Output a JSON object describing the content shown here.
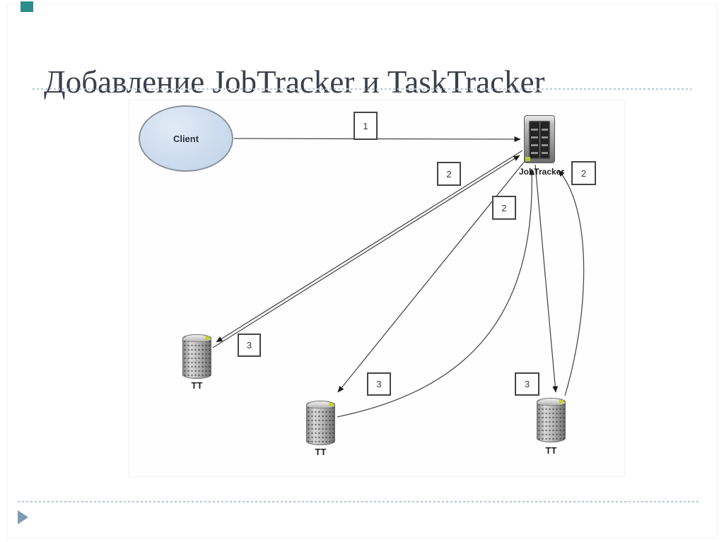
{
  "slide": {
    "title": "Добавление JobTracker и TaskTracker",
    "accent_square_color": "#2F8C8C",
    "divider_color": "#B7C5D8",
    "footer_bullet_color": "#7F9AB8"
  },
  "diagram": {
    "nodes": {
      "client": {
        "label": "Client"
      },
      "jobtracker": {
        "label": "JobTracker"
      },
      "tasktracker1": {
        "label": "TT"
      },
      "tasktracker2": {
        "label": "TT"
      },
      "tasktracker3": {
        "label": "TT"
      }
    },
    "steps": [
      {
        "id": "step-1",
        "text": "1"
      },
      {
        "id": "step-2-left",
        "text": "2"
      },
      {
        "id": "step-2-middle",
        "text": "2"
      },
      {
        "id": "step-2-right",
        "text": "2"
      },
      {
        "id": "step-3-tt1",
        "text": "3"
      },
      {
        "id": "step-3-tt2",
        "text": "3"
      },
      {
        "id": "step-3-tt3",
        "text": "3"
      }
    ],
    "edges": [
      {
        "from": "client",
        "to": "jobtracker",
        "step": "1"
      },
      {
        "from": "jobtracker",
        "to": "tasktracker1",
        "step": "3"
      },
      {
        "from": "tasktracker1",
        "to": "jobtracker",
        "step": "2"
      },
      {
        "from": "jobtracker",
        "to": "tasktracker2",
        "step": "3"
      },
      {
        "from": "tasktracker2",
        "to": "jobtracker",
        "step": "2"
      },
      {
        "from": "jobtracker",
        "to": "tasktracker3",
        "step": "3"
      },
      {
        "from": "tasktracker3",
        "to": "jobtracker",
        "step": "2"
      }
    ]
  }
}
